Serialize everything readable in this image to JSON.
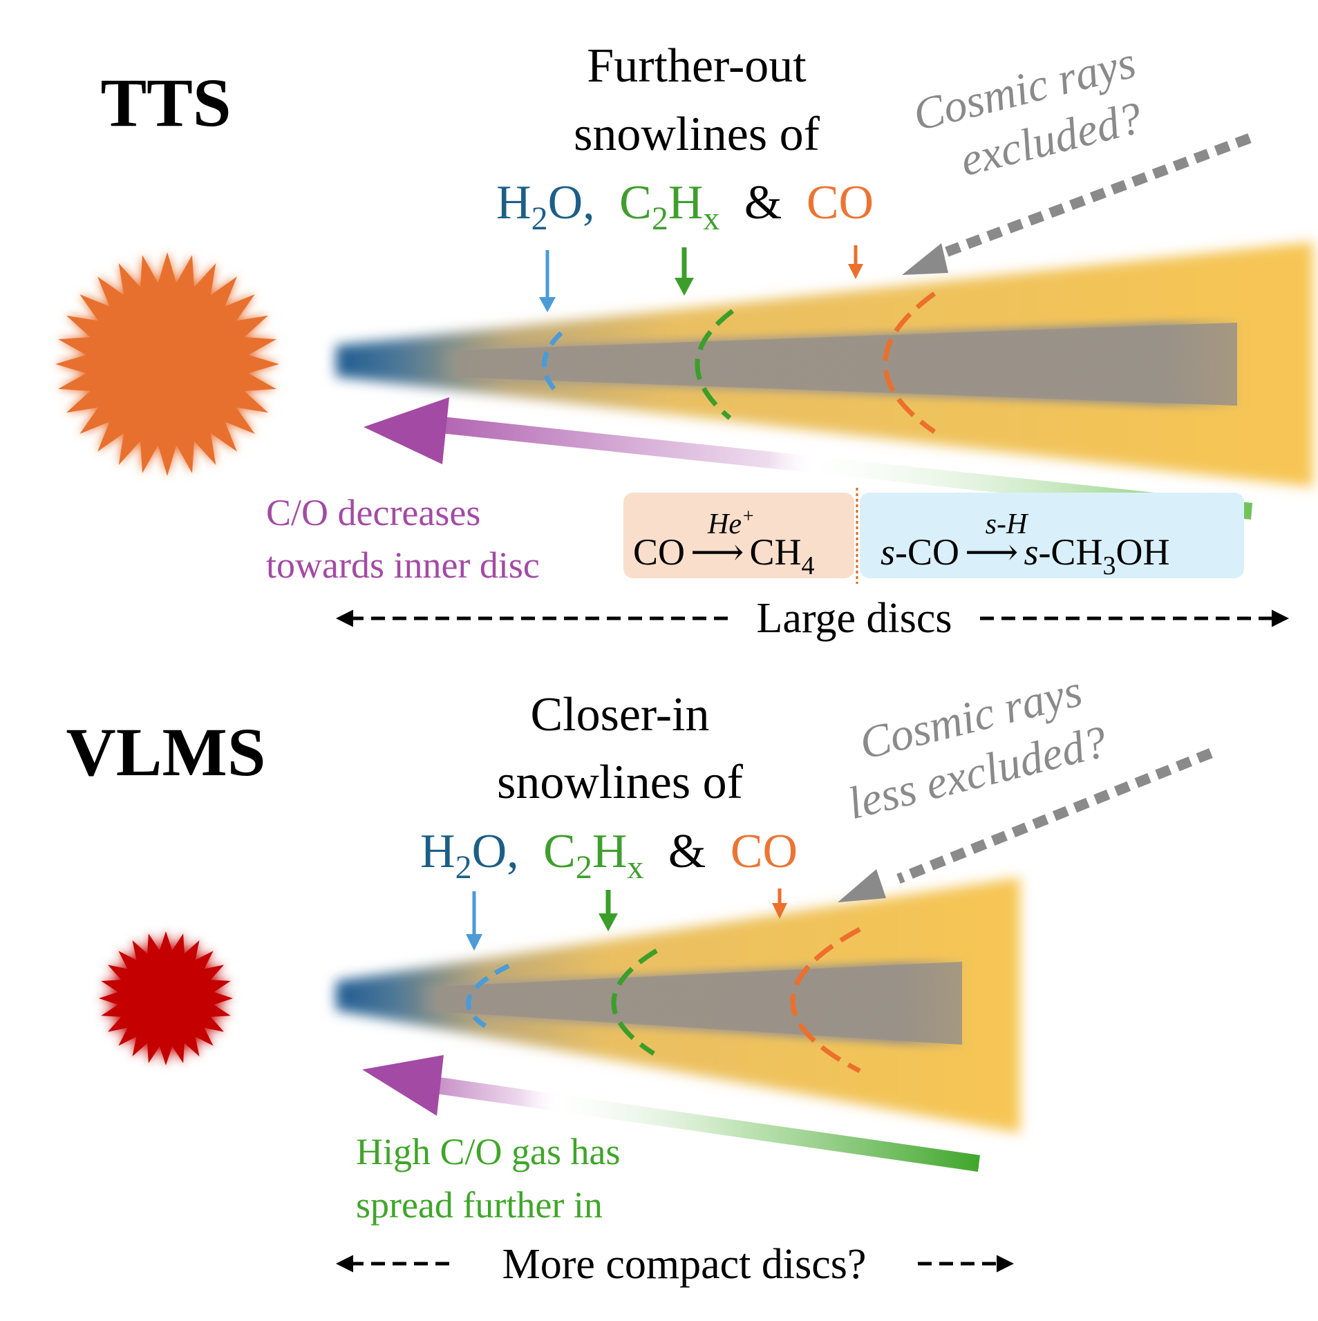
{
  "colors": {
    "tts_star": "#E8702F",
    "vlms_star": "#C40000",
    "h2o": "#1C5F86",
    "h2o_line": "#4A9BD8",
    "c2hx": "#3F9E2E",
    "c2hx_line": "#3C9E2A",
    "co": "#EC7433",
    "co_line": "#EC6F2B",
    "purple": "#A34AA4",
    "green": "#3FA52A",
    "grey": "#8A8A8A",
    "disc_gold": "#F5C453",
    "disc_blue": "#1B5A92",
    "box_left": "#F9DECB",
    "box_right": "#D9F0FB"
  },
  "top": {
    "label": "TTS",
    "heading_line1": "Further-out",
    "heading_line2": "snowlines of",
    "mol_h2o": "H",
    "mol_h2o_sub": "2",
    "mol_h2o_tail": "O,",
    "mol_c2hx": "C",
    "mol_c2hx_sub": "2",
    "mol_c2hx_h": "H",
    "mol_c2hx_sub2": "x",
    "amp": "&",
    "mol_co": "CO",
    "cosmic_line1": "Cosmic rays",
    "cosmic_line2": "excluded?",
    "co_ratio_line1": "C/O decreases",
    "co_ratio_line2": "towards inner disc",
    "reaction1_reactant": "CO",
    "reaction1_catalyst": "He",
    "reaction1_catalyst_sup": "+",
    "reaction1_product": "CH",
    "reaction1_product_sub": "4",
    "reaction2_reactant_prefix": "s",
    "reaction2_reactant": "-CO",
    "reaction2_catalyst": "s-H",
    "reaction2_product_prefix": "s",
    "reaction2_product": "-CH",
    "reaction2_product_sub": "3",
    "reaction2_product_tail": "OH",
    "arrow_glyph": "⟶",
    "size_label": "Large discs"
  },
  "bottom": {
    "label": "VLMS",
    "heading_line1": "Closer-in",
    "heading_line2": "snowlines of",
    "mol_h2o": "H",
    "mol_h2o_sub": "2",
    "mol_h2o_tail": "O,",
    "mol_c2hx": "C",
    "mol_c2hx_sub": "2",
    "mol_c2hx_h": "H",
    "mol_c2hx_sub2": "x",
    "amp": "&",
    "mol_co": "CO",
    "cosmic_line1": "Cosmic rays",
    "cosmic_line2": "less excluded?",
    "co_ratio_line1": "High C/O gas has",
    "co_ratio_line2": "spread further in",
    "size_label": "More compact discs?"
  }
}
